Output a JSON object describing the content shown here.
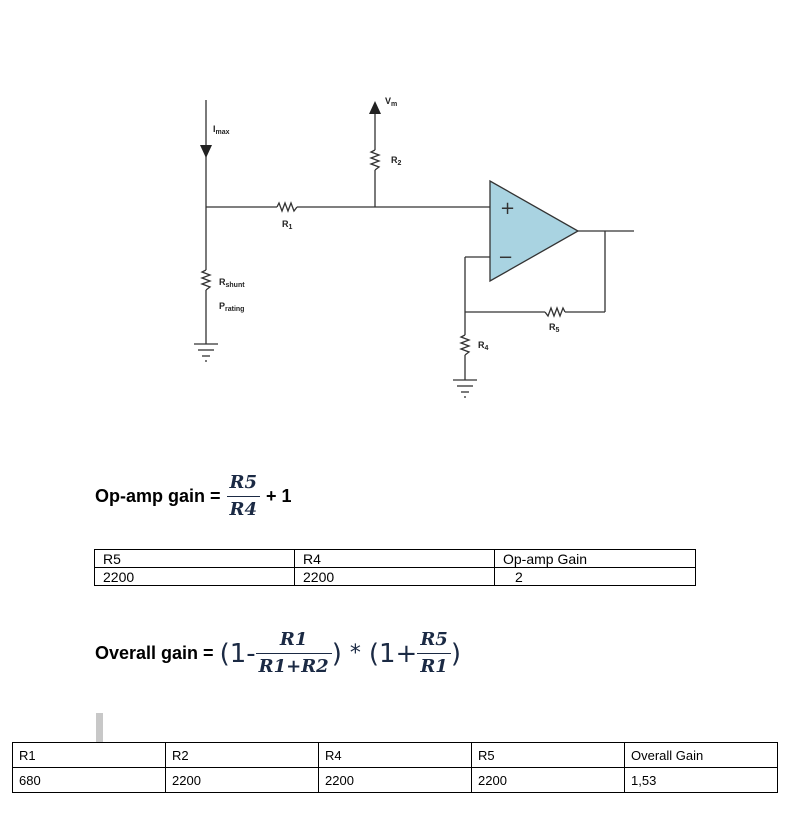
{
  "circuit": {
    "labels": {
      "imax": {
        "main": "I",
        "sub": "max"
      },
      "vm": {
        "main": "V",
        "sub": "m"
      },
      "r1": {
        "main": "R",
        "sub": "1"
      },
      "r2": {
        "main": "R",
        "sub": "2"
      },
      "r4": {
        "main": "R",
        "sub": "4"
      },
      "r5": {
        "main": "R",
        "sub": "5"
      },
      "rshunt": {
        "main": "R",
        "sub": "shunt"
      },
      "prating": {
        "main": "P",
        "sub": "rating"
      },
      "plus": "+",
      "minus": "−"
    },
    "opamp_fill": "#a9d3e1"
  },
  "opamp_formula": {
    "label": "Op-amp gain =",
    "numerator": "R5",
    "denominator": "R4",
    "suffix": "+ 1"
  },
  "table1": {
    "headers": [
      "R5",
      "R4",
      "Op-amp Gain"
    ],
    "values": [
      "2200",
      "2200",
      "2"
    ]
  },
  "overall_formula": {
    "label": "Overall gain =",
    "open1": "(1-",
    "frac1_num": "R1",
    "frac1_den": "R1+R2",
    "close1": ")",
    "times": "*",
    "open2": "(1+",
    "frac2_num": "R5",
    "frac2_den": "R1",
    "close2": ")"
  },
  "table2": {
    "headers": [
      "R1",
      "R2",
      "R4",
      "R5",
      "Overall Gain"
    ],
    "values": [
      "680",
      "2200",
      "2200",
      "2200",
      "1,53"
    ]
  }
}
